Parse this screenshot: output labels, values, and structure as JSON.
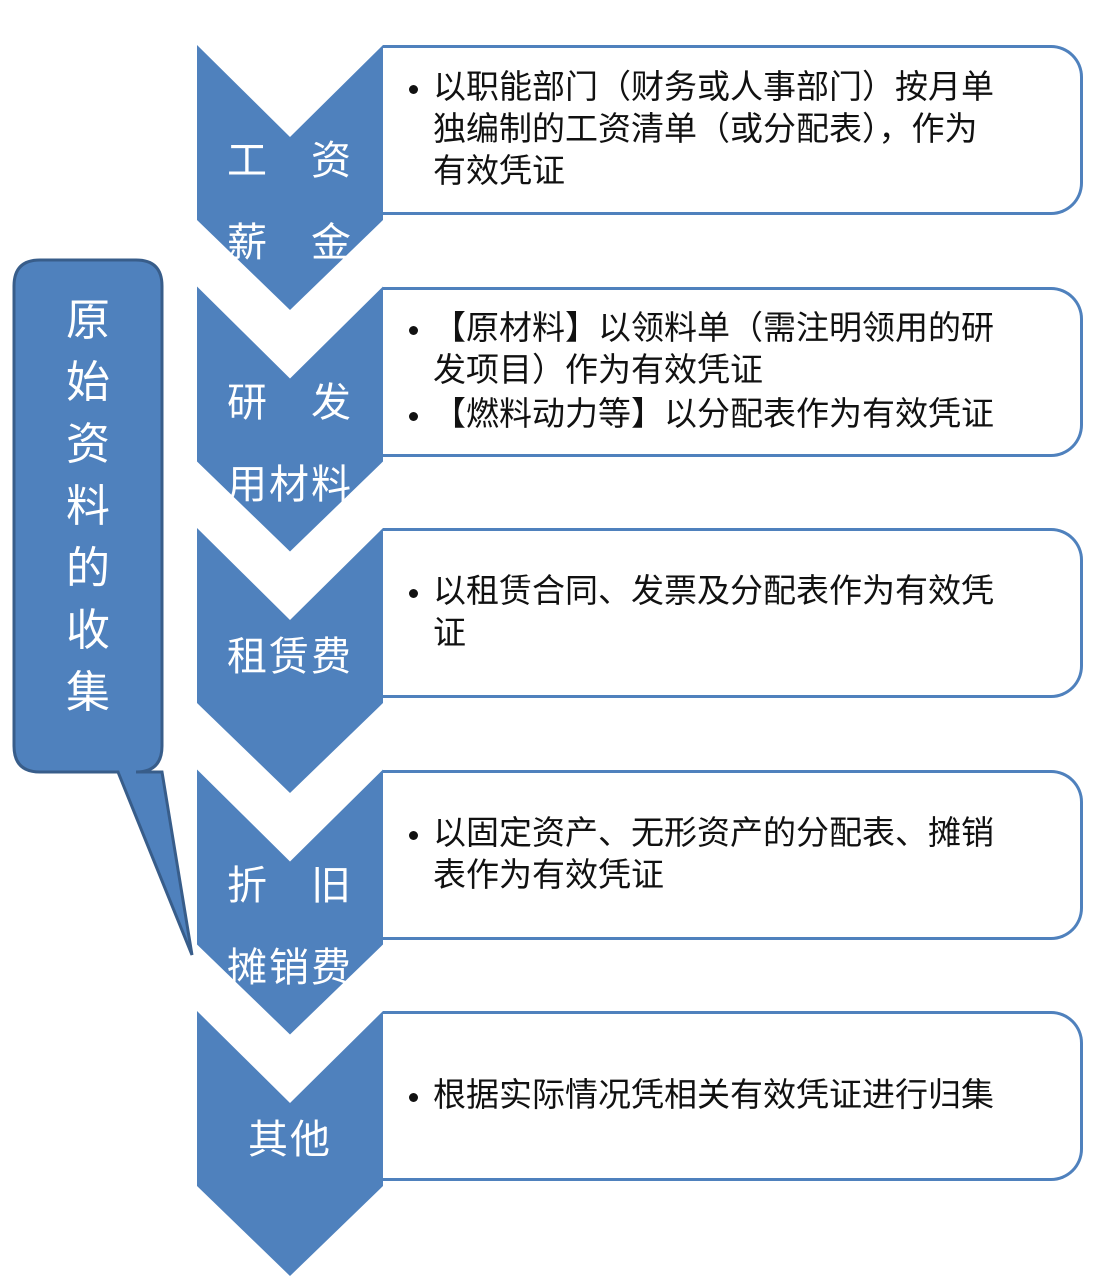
{
  "callout": {
    "text": [
      "原",
      "始",
      "资",
      "料",
      "的",
      "收",
      "集"
    ]
  },
  "steps": [
    {
      "label": [
        "工　资",
        "薪　金"
      ],
      "bullets": [
        {
          "lines": [
            "以职能部门（财务或人事部门）按月单",
            "独编制的工资清单（或分配表），作为",
            "有效凭证"
          ]
        }
      ]
    },
    {
      "label": [
        "研　发",
        "用材料"
      ],
      "bullets": [
        {
          "lines": [
            "【原材料】以领料单（需注明领用的研",
            "发项目）作为有效凭证"
          ]
        },
        {
          "lines": [
            "【燃料动力等】以分配表作为有效凭证"
          ]
        }
      ]
    },
    {
      "label": [
        "租赁费"
      ],
      "bullets": [
        {
          "lines": [
            "以租赁合同、发票及分配表作为有效凭",
            "证"
          ]
        }
      ]
    },
    {
      "label": [
        "折　旧",
        "摊销费"
      ],
      "bullets": [
        {
          "lines": [
            "以固定资产、无形资产的分配表、摊销",
            "表作为有效凭证"
          ]
        }
      ]
    },
    {
      "label": [
        "其他"
      ],
      "bullets": [
        {
          "lines": [
            "根据实际情况凭相关有效凭证进行归集"
          ]
        }
      ]
    }
  ],
  "colors": {
    "chevron": "#4f81bd",
    "callout_border": "#385d8a"
  }
}
